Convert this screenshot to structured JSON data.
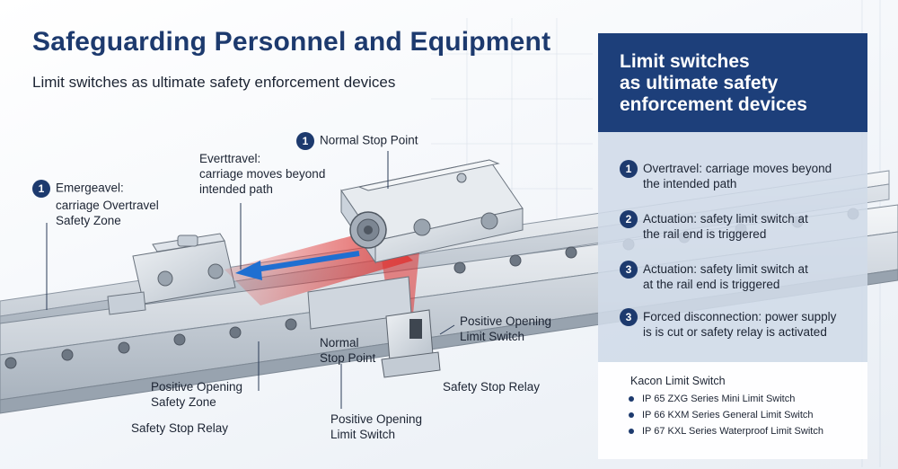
{
  "header": {
    "title": "Safeguarding  Personnel and Equipment",
    "subtitle": "Limit switches as ultimate safety enforcement devices"
  },
  "diagram": {
    "callouts": {
      "emergency": {
        "badge": "1",
        "lines": [
          "Emergeavel:",
          "carriage Overtravel",
          "Safety Zone"
        ]
      },
      "overtravel": {
        "lines": [
          "Everttravel:",
          "carriage moves beyond",
          "intended path"
        ]
      },
      "normal_stop_top": {
        "badge": "1",
        "text": "Normal Stop Point"
      },
      "normal_stop_lower": {
        "lines": [
          "Normal",
          "Stop Point"
        ]
      },
      "positive_opening_switch_right": {
        "lines": [
          "Positive Opening",
          "Limit Switch"
        ]
      },
      "positive_opening_zone": {
        "lines": [
          "Positive Opening",
          "Safety Zone"
        ]
      },
      "safety_stop_relay_left": {
        "text": "Safety Stop Relay"
      },
      "safety_stop_relay_right": {
        "text": "Safety Stop Relay"
      },
      "positive_opening_switch_bottom": {
        "lines": [
          "Positive Opening",
          "Limit Switch"
        ]
      }
    }
  },
  "panel": {
    "title_lines": [
      "Limit switches",
      "as ultimate safety",
      "enforcement devices"
    ],
    "steps": [
      {
        "num": "1",
        "lines": [
          "Overtravel: carriage moves beyond",
          "the intended path"
        ]
      },
      {
        "num": "2",
        "lines": [
          "Actuation: safety limit switch at",
          "the rail end is triggered"
        ]
      },
      {
        "num": "3",
        "lines": [
          "Actuation: safety limit switch at",
          "at the rail end is triggered"
        ]
      },
      {
        "num": "3",
        "lines": [
          "Forced disconnection: power supply",
          "is is cut or safety relay is activated"
        ]
      }
    ],
    "products": {
      "title": "Kacon Limit Switch",
      "items": [
        "IP 65 ZXG Series Mini Limit Switch",
        "IP 66 KXM Series General Limit Switch",
        "IP 67 KXL Series Waterproof Limit Switch"
      ]
    }
  },
  "colors": {
    "navy": "#1d3a6e",
    "panel_header": "#1d3f7a",
    "panel_body": "#d0dbe8",
    "overtravel_red": "#e0322f",
    "motion_blue": "#1f6fd1"
  }
}
